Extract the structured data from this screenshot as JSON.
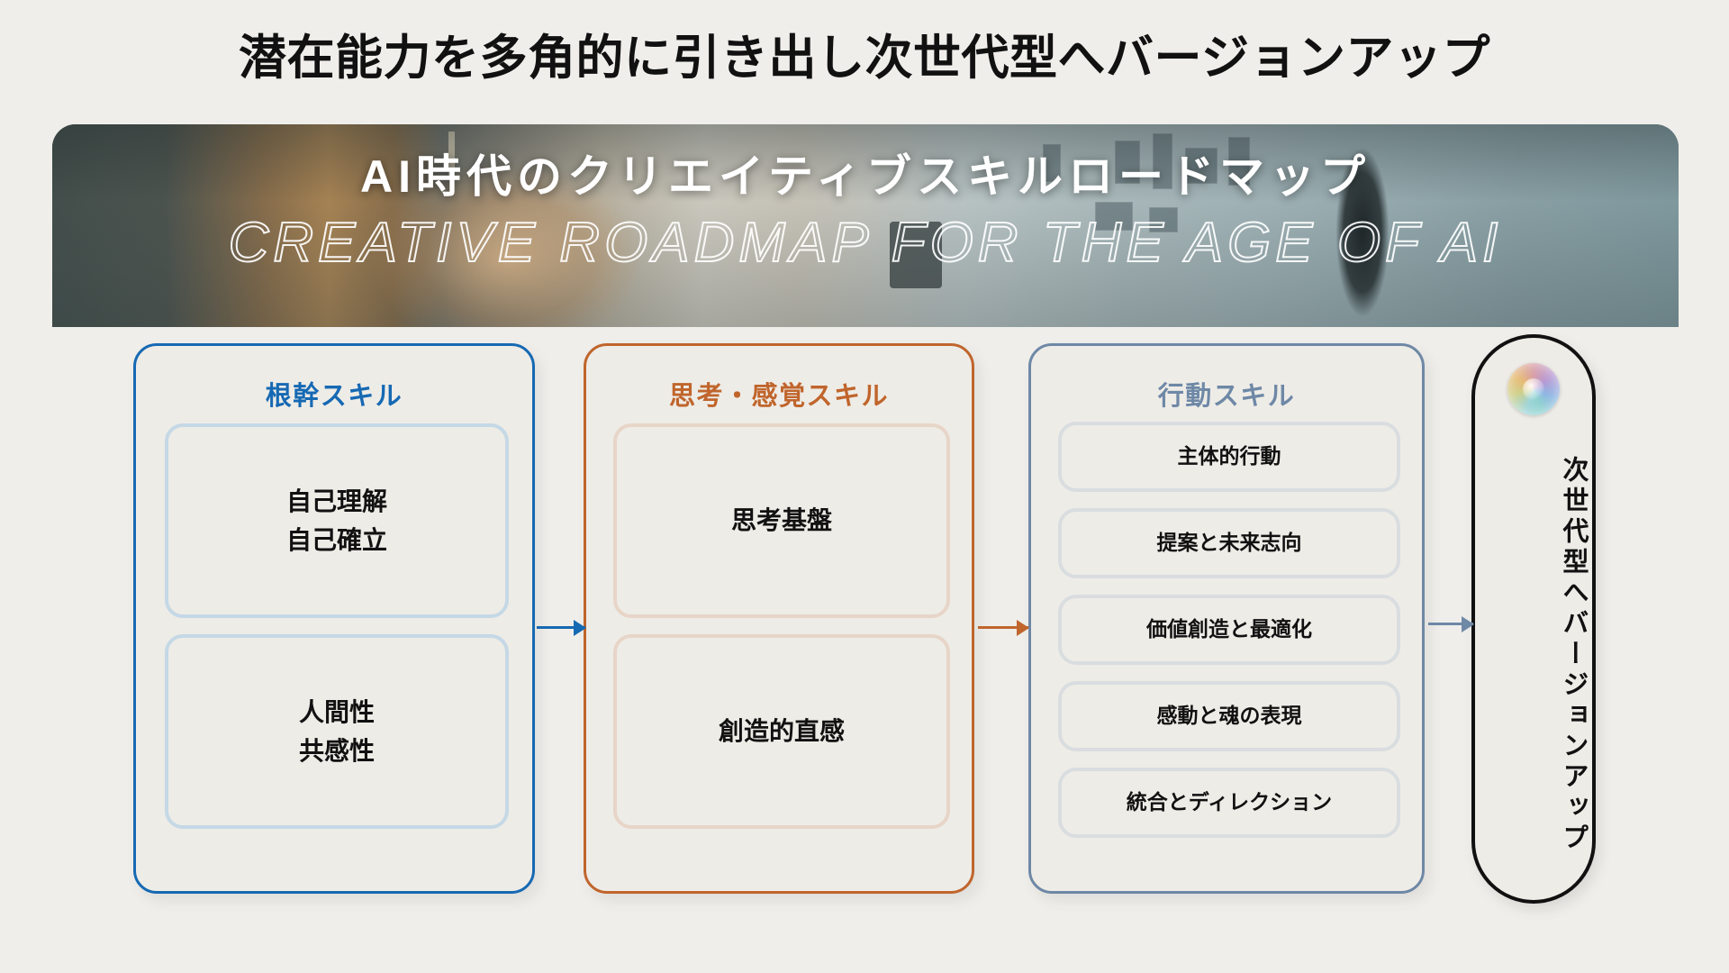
{
  "headline": "潜在能力を多角的に引き出し次世代型へバージョンアップ",
  "hero": {
    "title_ja": "AI時代のクリエイティブスキルロードマップ",
    "title_en": "CREATIVE ROADMAP FOR THE AGE OF AI"
  },
  "colors": {
    "background": "#efeeea",
    "panel": "#eceae5",
    "blue": "#1669b3",
    "blue_soft": "#c5d8e6",
    "orange": "#c0652c",
    "orange_soft": "#e7d5c8",
    "slate": "#6e88a6",
    "slate_soft": "#d9dde0",
    "black": "#111111"
  },
  "columns": [
    {
      "id": "col1",
      "title": "根幹スキル",
      "accent": "#1669b3",
      "items": [
        "自己理解\n自己確立",
        "人間性\n共感性"
      ]
    },
    {
      "id": "col2",
      "title": "思考・感覚スキル",
      "accent": "#c0652c",
      "items": [
        "思考基盤",
        "創造的直感"
      ]
    },
    {
      "id": "col3",
      "title": "行動スキル",
      "accent": "#6e88a6",
      "items": [
        "主体的行動",
        "提案と未来志向",
        "価値創造と最適化",
        "感動と魂の表現",
        "統合とディレクション"
      ]
    }
  ],
  "col1_items": {
    "a_line1": "自己理解",
    "a_line2": "自己確立",
    "b_line1": "人間性",
    "b_line2": "共感性"
  },
  "col2_items": {
    "a": "思考基盤",
    "b": "創造的直感"
  },
  "col3_items": {
    "i0": "主体的行動",
    "i1": "提案と未来志向",
    "i2": "価値創造と最適化",
    "i3": "感動と魂の表現",
    "i4": "統合とディレクション"
  },
  "result": {
    "label": "次世代型へバージョンアップ",
    "icon": "gradient-orb-icon"
  },
  "arrows": [
    {
      "name": "arrow-col1-to-col2",
      "color": "#1669b3"
    },
    {
      "name": "arrow-col2-to-col3",
      "color": "#c0652c"
    },
    {
      "name": "arrow-col3-to-result",
      "color": "#6e88a6"
    }
  ]
}
